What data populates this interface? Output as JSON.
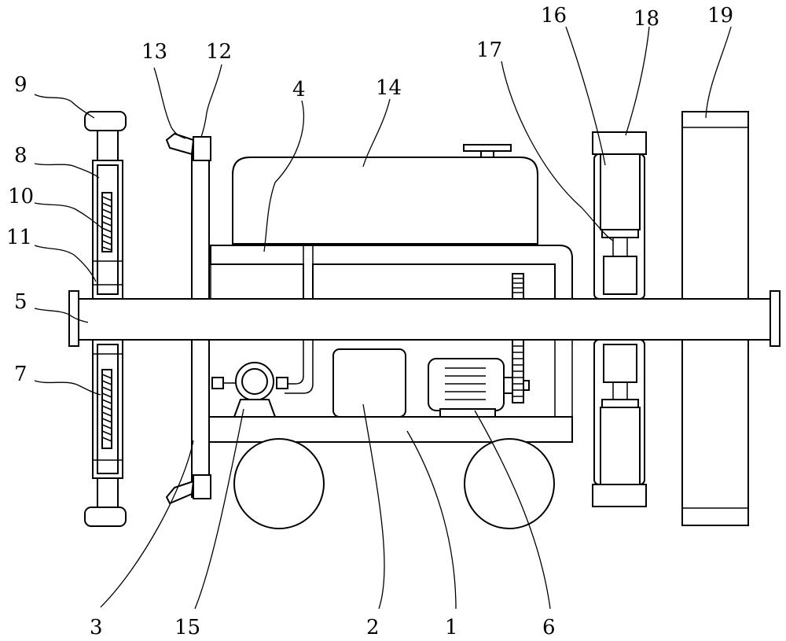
{
  "labels": {
    "n1": "1",
    "n2": "2",
    "n3": "3",
    "n4": "4",
    "n5": "5",
    "n6": "6",
    "n7": "7",
    "n8": "8",
    "n9": "9",
    "n10": "10",
    "n11": "11",
    "n12": "12",
    "n13": "13",
    "n14": "14",
    "n15": "15",
    "n16": "16",
    "n17": "17",
    "n18": "18",
    "n19": "19"
  },
  "colors": {
    "line": "#000000",
    "background": "#ffffff"
  }
}
